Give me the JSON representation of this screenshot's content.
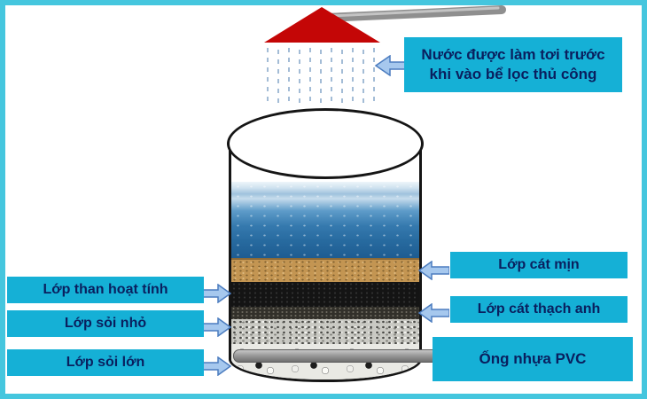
{
  "note": {
    "text": "Nước được làm tơi trước khi vào bể lọc thủ công"
  },
  "labels": {
    "activated_carbon": "Lớp than hoạt tính",
    "small_gravel": "Lớp sỏi nhỏ",
    "large_gravel": "Lớp sỏi lớn",
    "fine_sand": "Lớp cát mịn",
    "quartz_sand": "Lớp cát thạch anh",
    "pvc_pipe": "Ống nhựa PVC"
  },
  "colors": {
    "label_bg": "#15b0d6",
    "label_text": "#0a1f5e",
    "frame": "#45c6de",
    "funnel_red": "#c40606",
    "arrow_fill": "#a6c8ee",
    "arrow_stroke": "#4b7cbf",
    "pipe_gray": "#9a9a9a"
  }
}
